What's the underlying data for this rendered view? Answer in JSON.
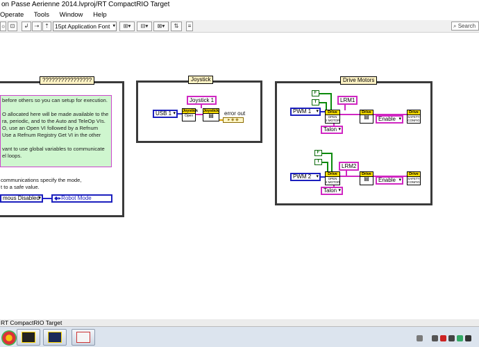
{
  "window": {
    "title": "on Passe Aerienne 2014.lvproj/RT CompactRIO Target"
  },
  "menu": [
    "Operate",
    "Tools",
    "Window",
    "Help"
  ],
  "toolbar": {
    "font": "15pt Application Font",
    "search_placeholder": "Search"
  },
  "sequence_frame": {
    "label": "????????????????",
    "comment_lines": "before others so you can setup for execution.\n\nO allocated here will be made available to the\nra, periodic, and to the Auto and TeleOp VIs.\nO, use an Open VI followed by a Refnum\nUse a Refnum Registry Get VI in the other\n\nvant to use global variables to communicate\nel loops.",
    "text_lines": "communications specify the mode,\nt to a safe value.",
    "mode_enum": "mous Disabled",
    "robot_mode": "Robot Mode"
  },
  "joystick": {
    "label": "Joystick",
    "usb": "USB 1",
    "ref_name": "Joystick 1",
    "vi1_hdr": "Joystick",
    "vi1_body": "Open",
    "vi2_hdr": "Joystick",
    "error_label": "error out"
  },
  "drive": {
    "label": "Drive Motors",
    "pwm1": "PWM 1",
    "pwm2": "PWM 2",
    "lrm1": "LRM1",
    "lrm2": "LRM2",
    "talon1": "Talon",
    "talon2": "Talon",
    "enable1": "Enable",
    "enable2": "Enable",
    "const_f": "F",
    "const_t": "T",
    "open_hdr": "Drive",
    "open_body": "OPEN\n2 MOTOR",
    "set_hdr": "Drive",
    "safety_hdr": "Drive",
    "safety_body": "SAFETY\nCONFIG"
  },
  "status": {
    "target": "RT CompactRIO Target"
  }
}
